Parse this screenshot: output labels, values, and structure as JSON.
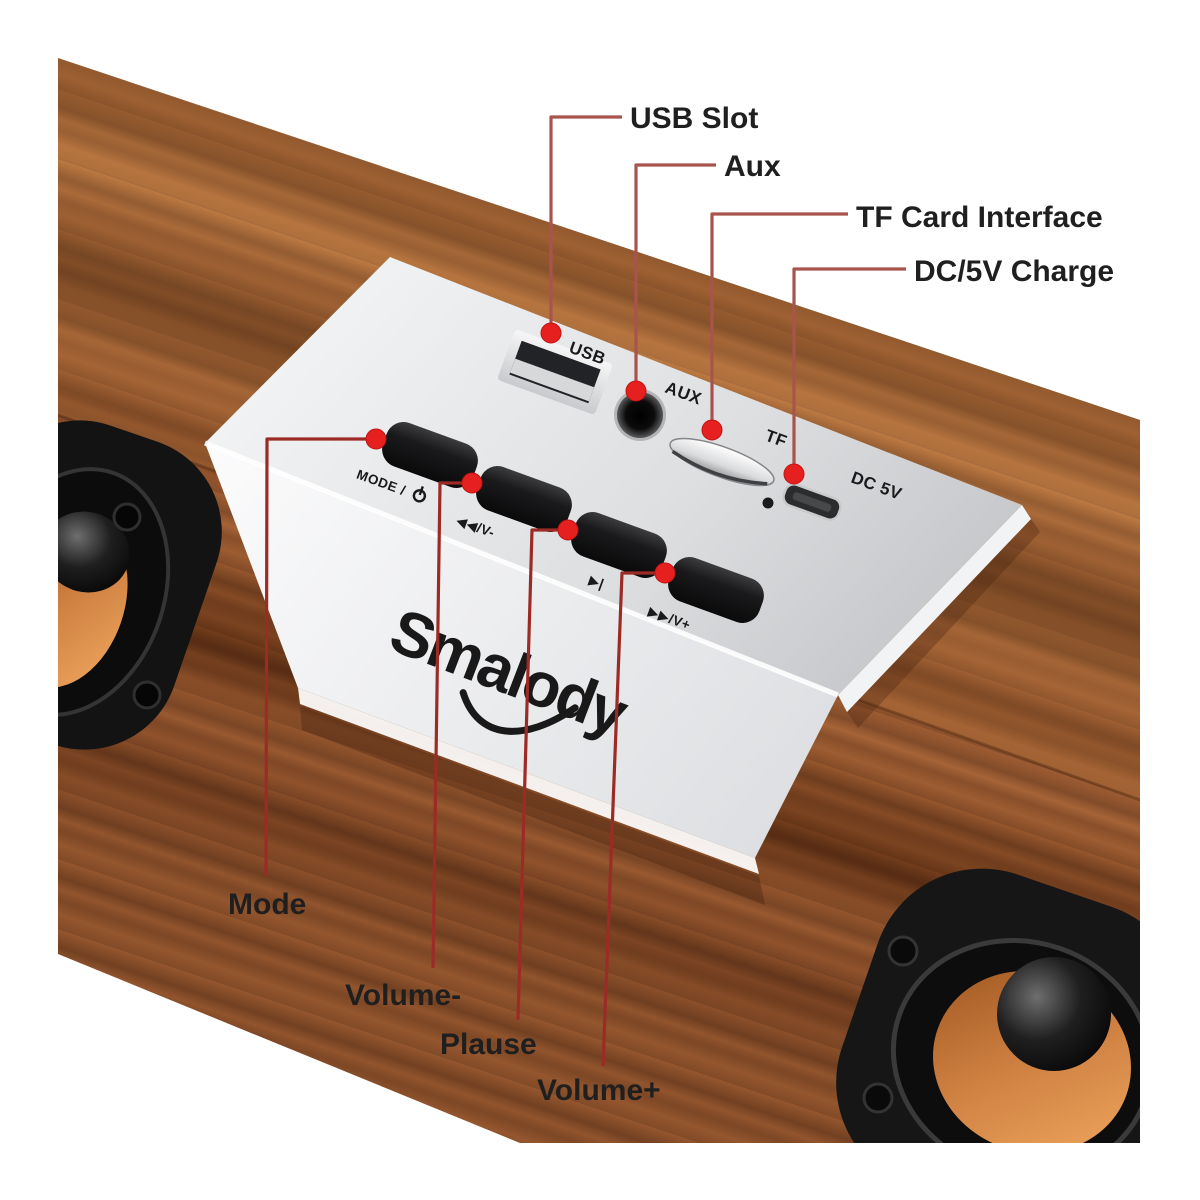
{
  "image_type": "annotated-product-photo",
  "brand": {
    "logo_text": "Smalody"
  },
  "panel": {
    "port_labels": {
      "usb": "USB",
      "aux": "AUX",
      "tf": "TF",
      "dc": "DC 5V"
    },
    "button_labels": {
      "mode": "MODE /",
      "prev": "◀◀/V-",
      "play": "▶|",
      "next": "▶▶/V+"
    }
  },
  "annotations": {
    "top": [
      {
        "id": "usb-slot",
        "label": "USB Slot"
      },
      {
        "id": "aux",
        "label": "Aux"
      },
      {
        "id": "tf-card",
        "label": "TF Card Interface"
      },
      {
        "id": "dc-charge",
        "label": "DC/5V Charge"
      }
    ],
    "bottom": [
      {
        "id": "mode",
        "label": "Mode"
      },
      {
        "id": "volume-minus",
        "label": "Volume-"
      },
      {
        "id": "plause",
        "label": "Plause"
      },
      {
        "id": "volume-plus",
        "label": "Volume+"
      }
    ]
  },
  "colors": {
    "callout_top": "#a8544c",
    "callout_bottom": "#9c2b26",
    "dot_red": "#e6201e",
    "wood_base": "#8a4c28",
    "panel_silver": "#dfe1e4",
    "label_text": "#1f1f1f"
  }
}
